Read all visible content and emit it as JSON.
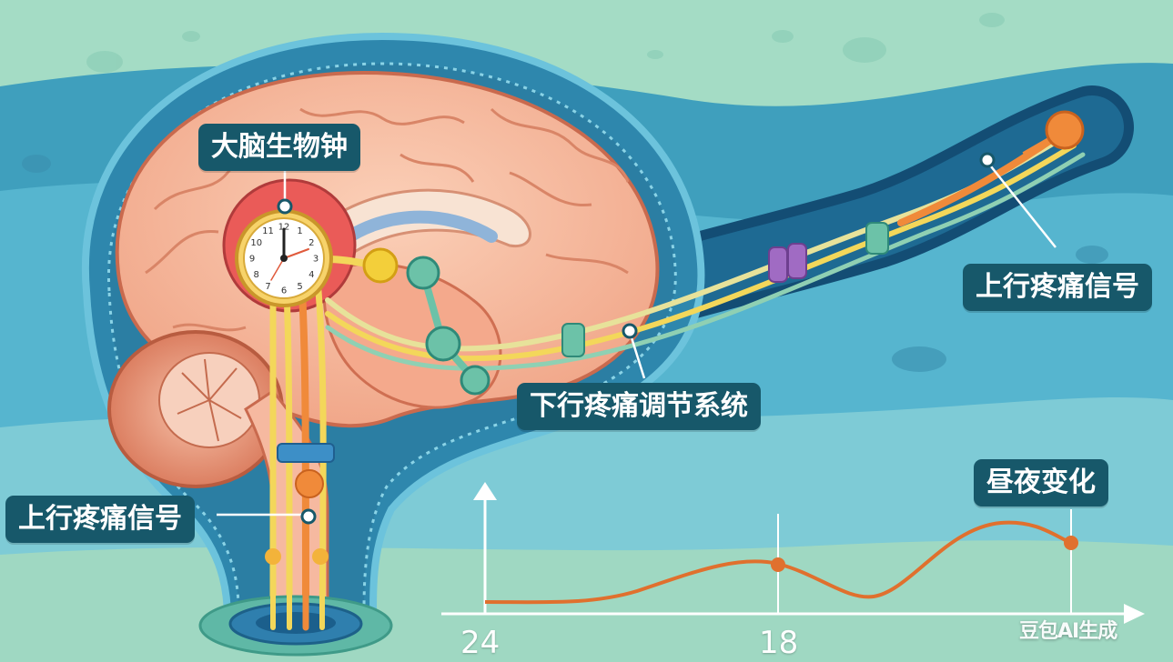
{
  "labels": {
    "brain_clock": "大脑生物钟",
    "ascending_pain_right": "上行疼痛信号",
    "descending_modulation": "下行疼痛调节系统",
    "ascending_pain_left": "上行疼痛信号",
    "day_night": "昼夜变化"
  },
  "clock": {
    "numbers": [
      "12",
      "1",
      "2",
      "3",
      "4",
      "5",
      "6",
      "7",
      "8",
      "9",
      "10",
      "11"
    ]
  },
  "curve": {
    "x_ticks": [
      "24",
      "18"
    ],
    "points": [
      {
        "x_label": "18"
      },
      {
        "x_label": ""
      }
    ]
  },
  "watermark": "豆包AI生成",
  "colors": {
    "background_green": "#9fd8c2",
    "water_blue": "#4fb0cc",
    "deep_blue": "#1b5f8c",
    "brain_pink": "#f6b9a0",
    "label_bg": "#17586a",
    "signal_yellow": "#f3d75a",
    "signal_orange": "#f08a3a",
    "curve_orange": "#e0702e"
  }
}
